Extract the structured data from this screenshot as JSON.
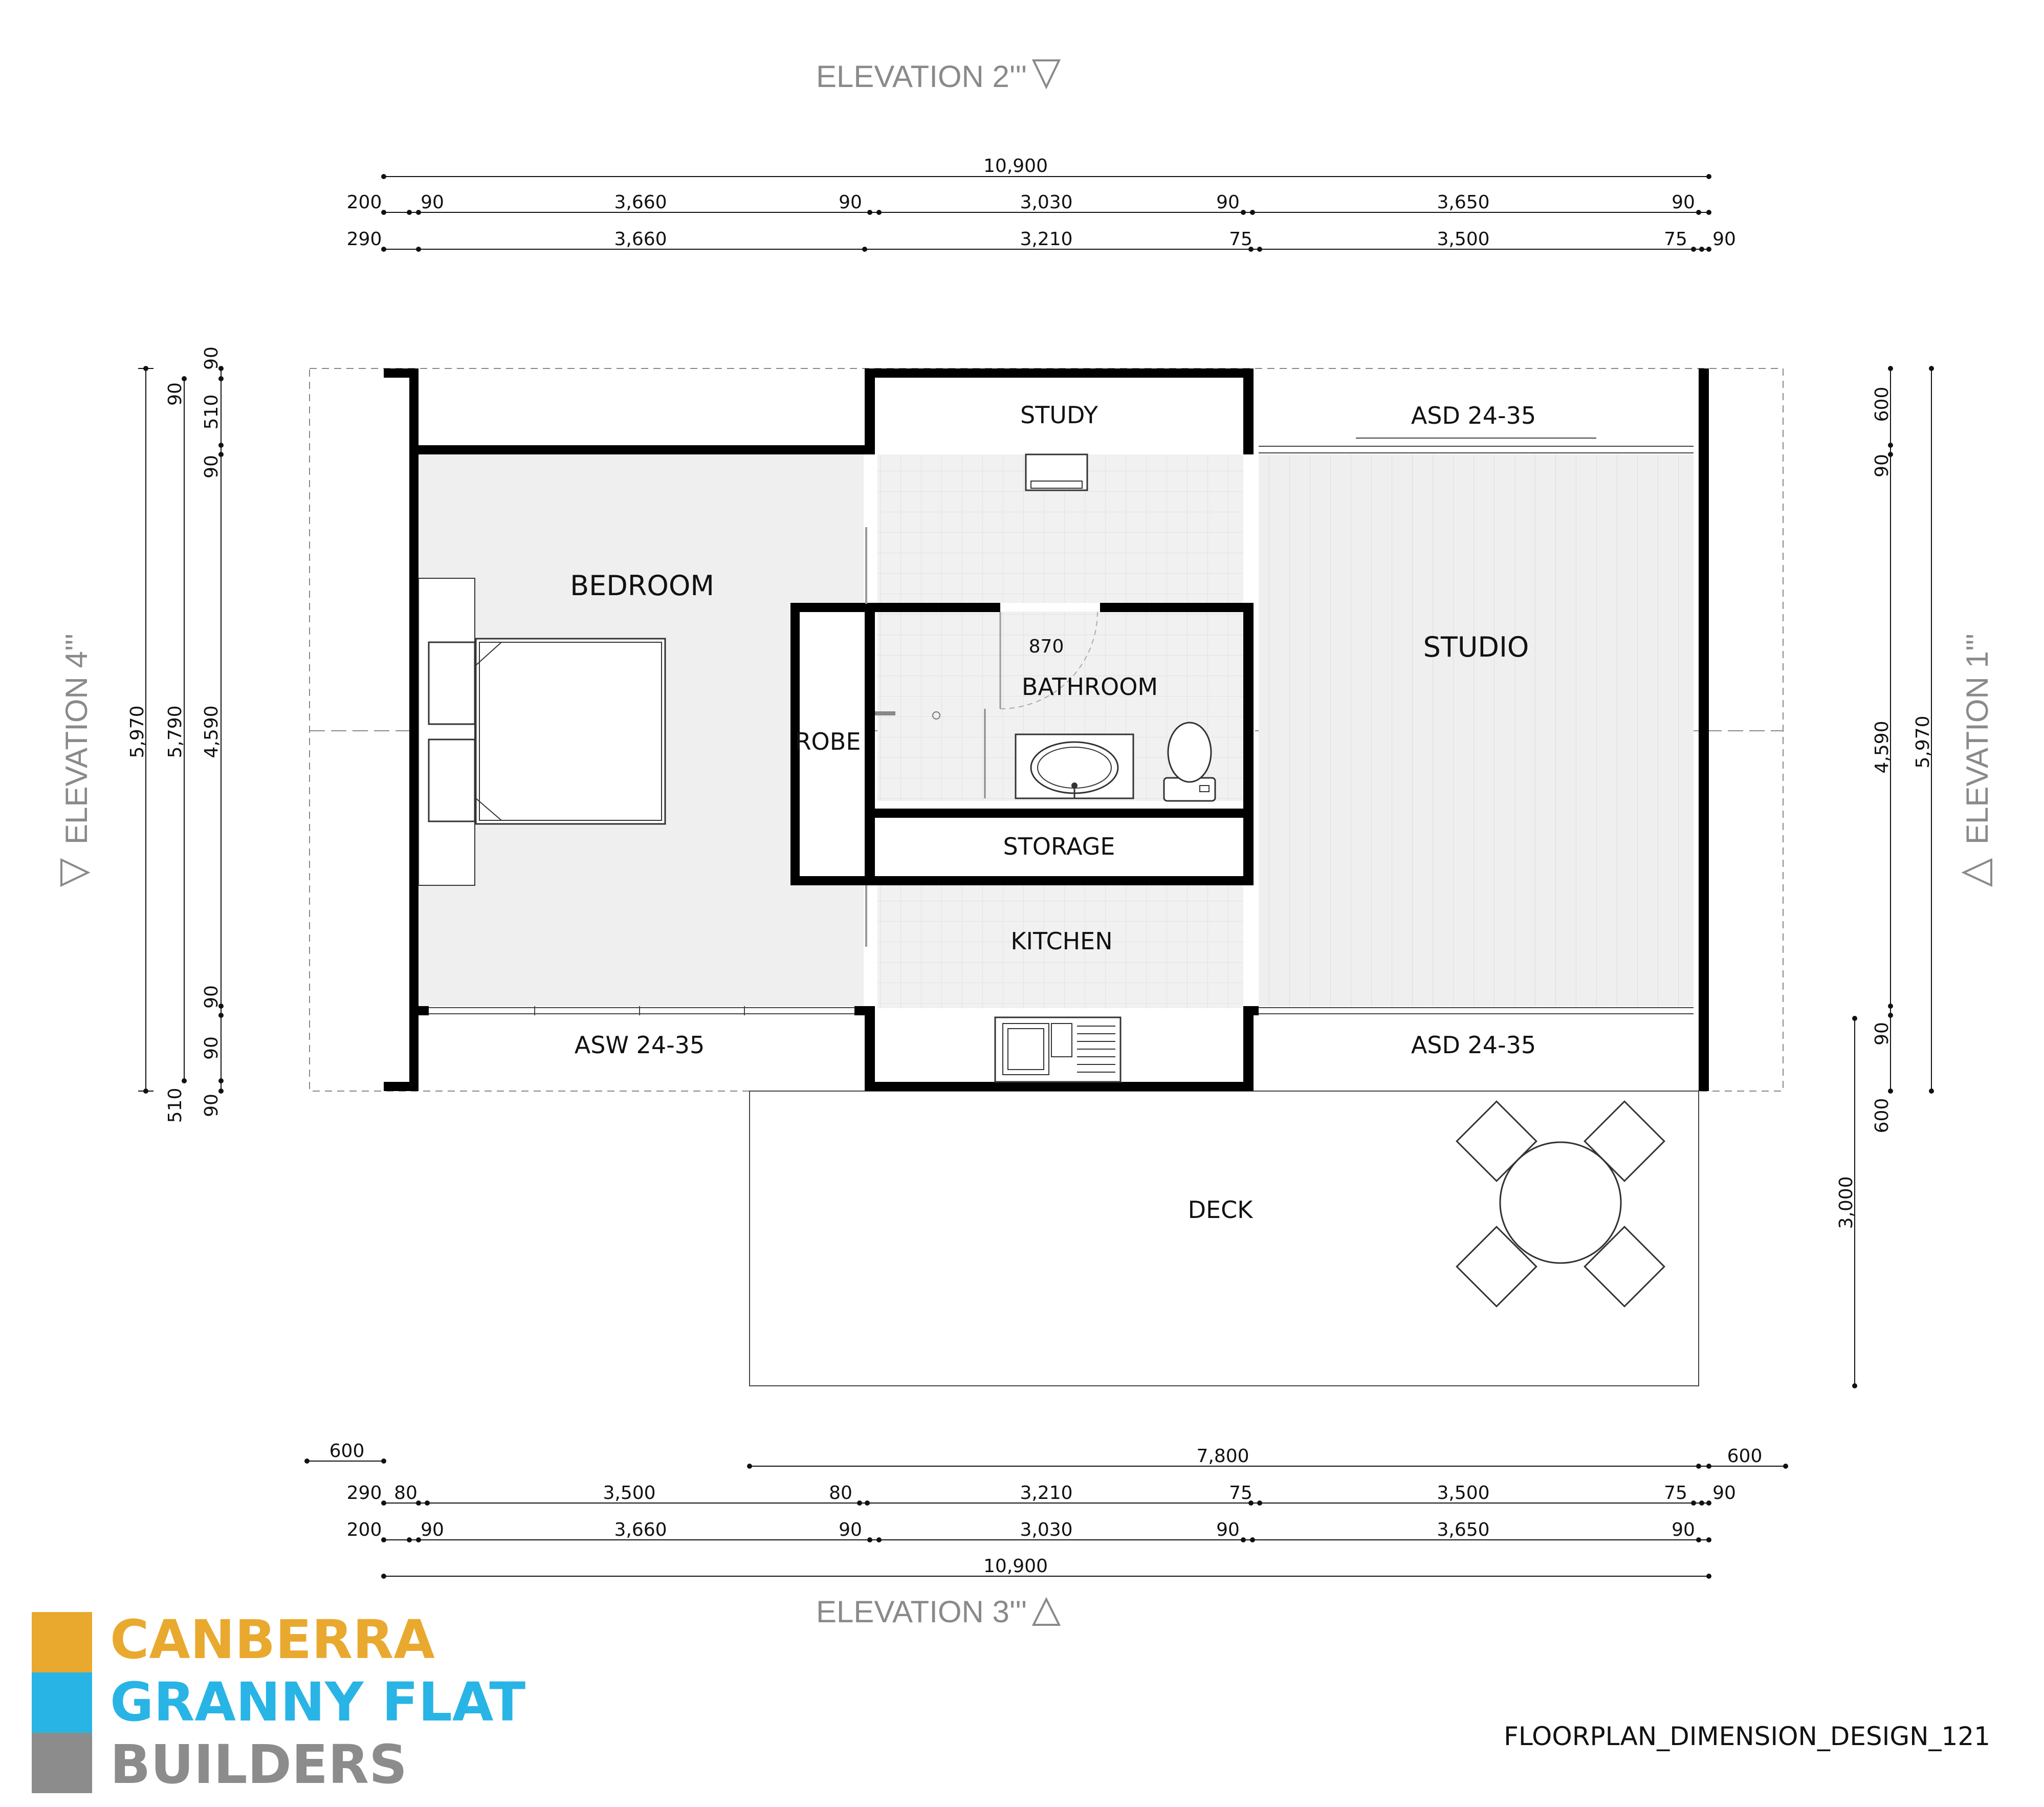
{
  "elevations": {
    "top": "ELEVATION 2'''",
    "bottom": "ELEVATION 3'''",
    "left": "ELEVATION 4'''",
    "right": "ELEVATION 1'''"
  },
  "rooms": {
    "study": "STUDY",
    "bedroom": "BEDROOM",
    "studio": "STUDIO",
    "bathroom": "BATHROOM",
    "robe": "ROBE",
    "storage": "STORAGE",
    "kitchen": "KITCHEN",
    "deck": "DECK",
    "door_width": "870",
    "window_asd_top": "ASD 24-35",
    "window_asd_bottom": "ASD 24-35",
    "window_asw": "ASW 24-35"
  },
  "dimensions": {
    "top_total": "10,900",
    "top_row2": [
      "200",
      "90",
      "3,660",
      "90",
      "3,030",
      "90",
      "3,650",
      "90"
    ],
    "top_row3": [
      "290",
      "3,660",
      "3,210",
      "75",
      "3,500",
      "75",
      "90"
    ],
    "bottom_600_left": "600",
    "bottom_deck": "7,800",
    "bottom_600_right": "600",
    "bottom_row2": [
      "290",
      "80",
      "3,500",
      "80",
      "3,210",
      "75",
      "3,500",
      "75",
      "90"
    ],
    "bottom_row3": [
      "200",
      "90",
      "3,660",
      "90",
      "3,030",
      "90",
      "3,650",
      "90"
    ],
    "bottom_total": "10,900",
    "left_outer": "5,970",
    "left_middle": "5,790",
    "left_inner": "4,590",
    "left_small": [
      "90",
      "90",
      "510",
      "90",
      "90",
      "510",
      "90",
      "90"
    ],
    "right_inner": "4,590",
    "right_outer": "5,970",
    "right_small": [
      "600",
      "90",
      "90",
      "600"
    ],
    "deck_depth": "3,000"
  },
  "logo": {
    "line1": "CANBERRA",
    "line2": "GRANNY FLAT",
    "line3": "BUILDERS",
    "color1": "#E9A92F",
    "color2": "#29B4E6",
    "color3": "#8C8C8C"
  },
  "drawing_code": "FLOORPLAN_DIMENSION_DESIGN_121"
}
